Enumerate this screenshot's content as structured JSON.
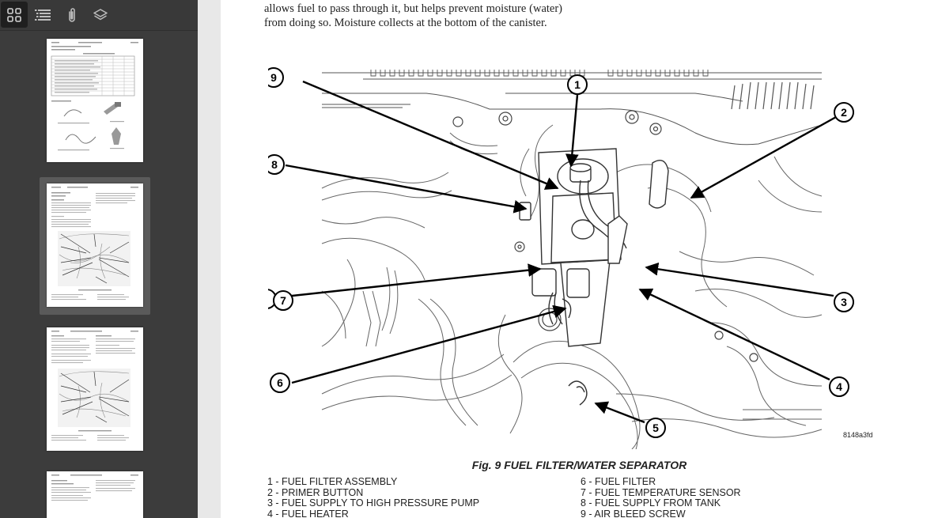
{
  "sidebar": {
    "tools": [
      {
        "name": "thumbnails-icon",
        "active": true
      },
      {
        "name": "outline-icon",
        "active": false
      },
      {
        "name": "attachments-icon",
        "active": false
      },
      {
        "name": "layers-icon",
        "active": false
      }
    ]
  },
  "document": {
    "paragraph": "allows fuel to pass through it, but helps prevent moisture (water) from doing so. Moisture collects at the bottom of the canister.",
    "figure": {
      "code": "8148a3fd",
      "caption": "Fig. 9 FUEL FILTER/WATER SEPARATOR",
      "callouts": [
        "1",
        "2",
        "3",
        "4",
        "5",
        "6",
        "7",
        "8",
        "9"
      ]
    },
    "legend": {
      "left": [
        "1 - FUEL FILTER ASSEMBLY",
        "2 - PRIMER BUTTON",
        "3 - FUEL SUPPLY TO HIGH PRESSURE PUMP",
        "4 - FUEL HEATER"
      ],
      "right": [
        "6 - FUEL FILTER",
        "7 - FUEL TEMPERATURE SENSOR",
        "8 - FUEL SUPPLY FROM TANK",
        "9 - AIR BLEED SCREW"
      ]
    }
  }
}
